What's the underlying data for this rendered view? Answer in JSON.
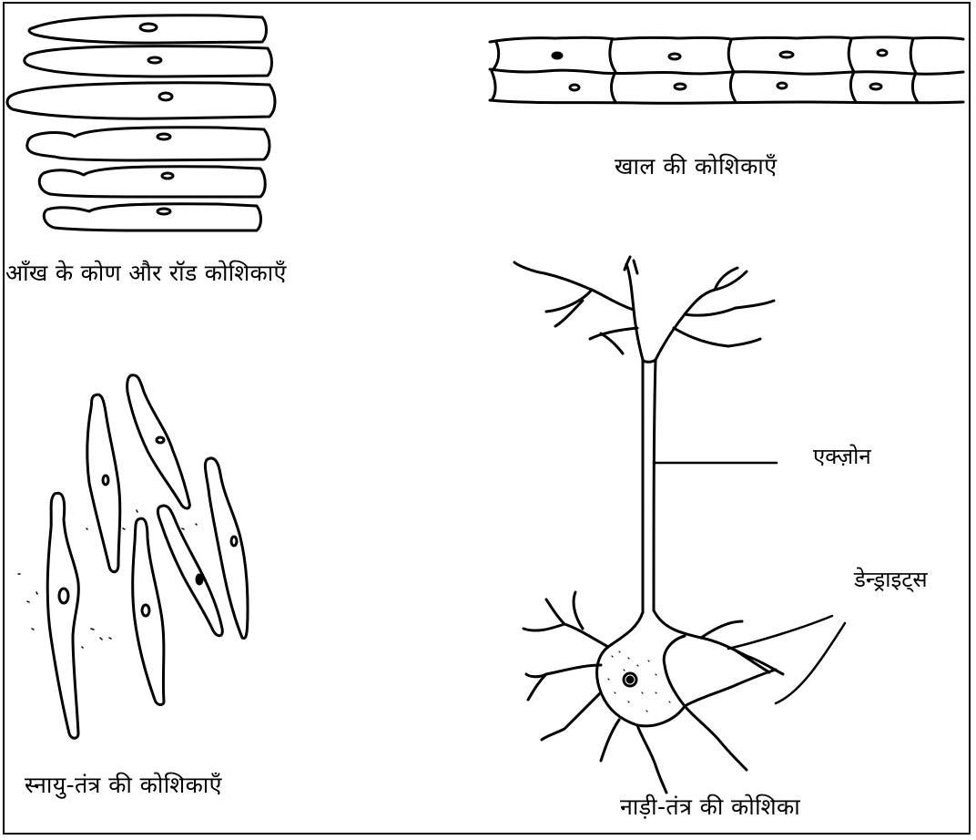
{
  "labels": {
    "eye_cells": "आँख के कोण और रॉड कोशिकाएँ",
    "skin_cells": "खाल की कोशिकाएँ",
    "axon": "एक्ज़ोन",
    "dendrites": "डेन्ड्राइट्स",
    "muscle_cells": "स्नायु-तंत्र की कोशिकाएँ",
    "nerve_cell": "नाड़ी-तंत्र की कोशिका"
  },
  "colors": {
    "ink": "#000000",
    "background": "#ffffff"
  }
}
